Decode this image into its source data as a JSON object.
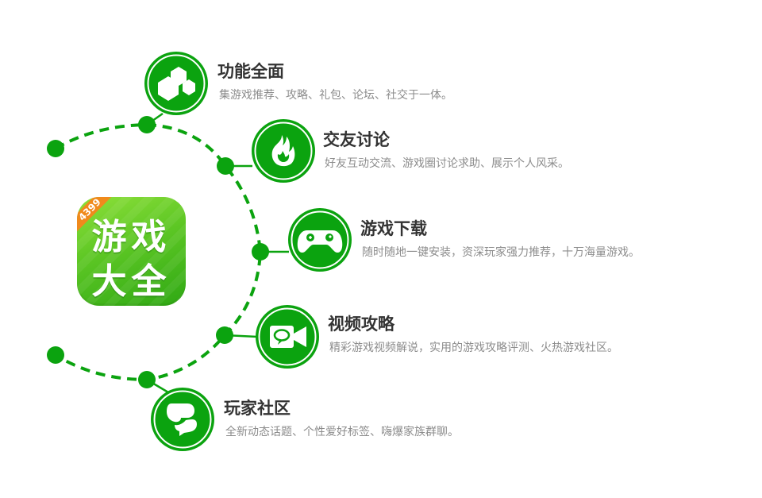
{
  "app_icon": {
    "badge": "4399",
    "line1": "游戏",
    "line2": "大全",
    "colors": {
      "top": "#8ee03a",
      "bottom": "#2fa814",
      "badge": "#f08a1c"
    }
  },
  "colors": {
    "accent_green": "#0ba30f",
    "title_text": "#333333",
    "desc_text": "#8c8c8c"
  },
  "features": [
    {
      "icon": "hexagons-icon",
      "title": "功能全面",
      "description": "集游戏推荐、攻略、礼包、论坛、社交于一体。"
    },
    {
      "icon": "flame-icon",
      "title": "交友讨论",
      "description": "好友互动交流、游戏圈讨论求助、展示个人风采。"
    },
    {
      "icon": "gamepad-icon",
      "title": "游戏下载",
      "description": "随时随地一键安装，资深玩家强力推荐，十万海量游戏。"
    },
    {
      "icon": "video-chat-icon",
      "title": "视频攻略",
      "description": "精彩游戏视频解说，实用的游戏攻略评测、火热游戏社区。"
    },
    {
      "icon": "chat-bubbles-icon",
      "title": "玩家社区",
      "description": "全新动态话题、个性爱好标签、嗨爆家族群聊。"
    }
  ]
}
